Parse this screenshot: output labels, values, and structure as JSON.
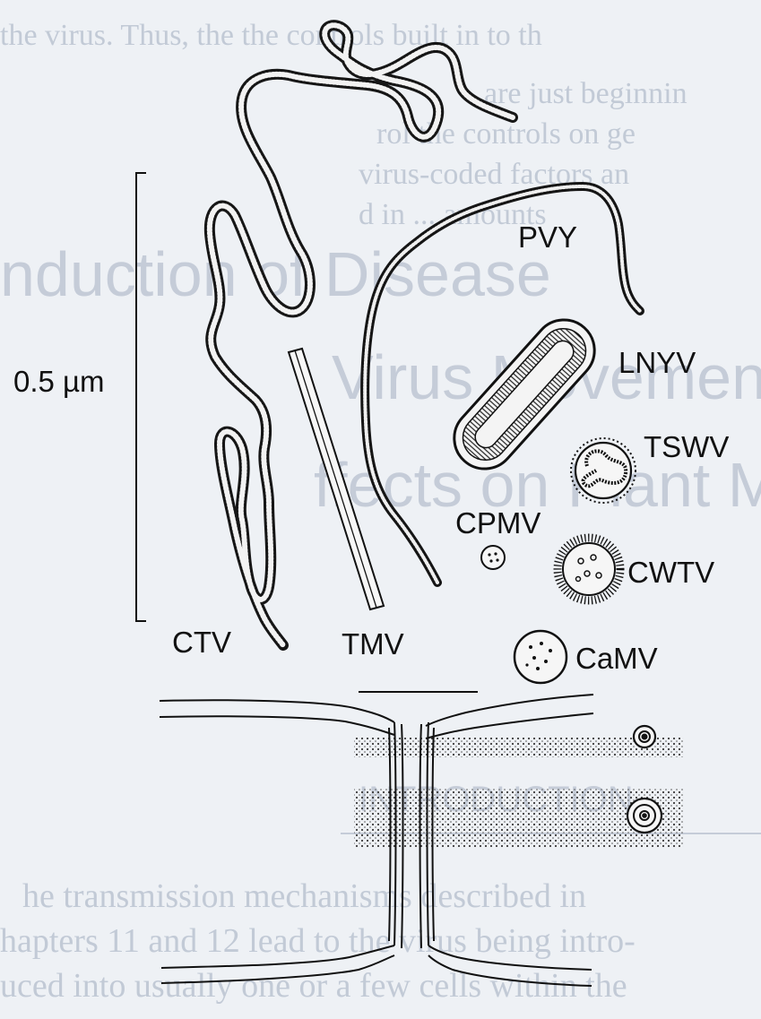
{
  "scale_bar": {
    "label": "0.5 µm"
  },
  "viruses": {
    "ctv": {
      "label": "CTV"
    },
    "tmv": {
      "label": "TMV"
    },
    "pvy": {
      "label": "PVY"
    },
    "lnyv": {
      "label": "LNYV"
    },
    "tswv": {
      "label": "TSWV"
    },
    "cpmv": {
      "label": "CPMV"
    },
    "cwtv": {
      "label": "CWTV"
    },
    "camv": {
      "label": "CaMV"
    }
  },
  "bleed_through": {
    "line1": "the virus. Thus, the the controls built in to th",
    "line2": "are just beginnin",
    "line3": "rol the controls on ge",
    "line4": "virus-coded factors an",
    "line5": "d in ... amounts",
    "heading1": "nduction of Disease",
    "heading2": "Virus Movement thro",
    "heading3": "ffects on Plant Meta",
    "section": "INTRODUCTION",
    "body1": "he transmission mechanisms described in",
    "body2": "hapters 11 and 12 lead to the virus being intro-",
    "body3": "uced into usually one or a few cells within the"
  }
}
